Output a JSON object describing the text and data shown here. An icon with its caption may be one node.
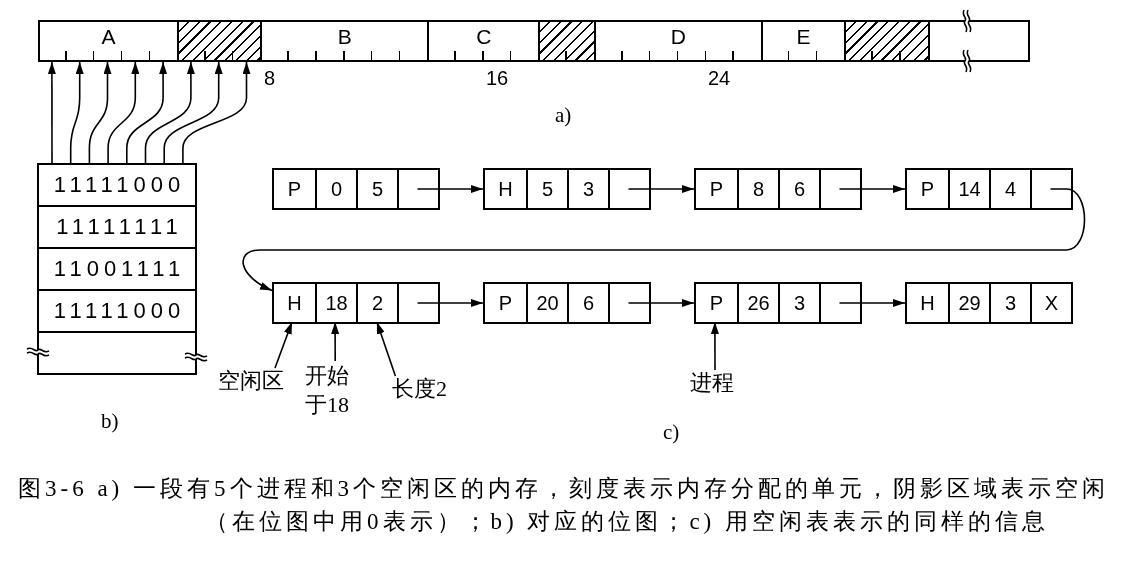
{
  "diagram": {
    "caption": "图3-6 a) 一段有5个进程和3个空闲区的内存，刻度表示内存分配的单元，阴影区域表示空闲（在位图中用0表示）；b) 对应的位图；c) 用空闲表表示的同样的信息",
    "nodes": [
      {
        "text": [
          "A"
        ]
      },
      {
        "text": [],
        "shape": "box"
      },
      {
        "text": [
          "B"
        ]
      },
      {
        "text": [
          "C"
        ]
      },
      {
        "text": [],
        "shape": "box"
      },
      {
        "text": [
          "D"
        ]
      },
      {
        "text": [
          "E"
        ]
      },
      {
        "text": [],
        "shape": "box"
      },
      {
        "text": [],
        "shape": "box"
      },
      {
        "text": [
          "11111000"
        ]
      },
      {
        "text": [
          "11111111"
        ]
      },
      {
        "text": [
          "11001111"
        ]
      },
      {
        "text": [
          "11111000"
        ]
      },
      {
        "text": [],
        "shape": "box"
      },
      {
        "text": [],
        "shape": "box"
      },
      {
        "text": [
          "P"
        ],
        "in": 14
      },
      {
        "text": [
          "0"
        ],
        "in": 14
      },
      {
        "text": [
          "5"
        ],
        "in": 14
      },
      {
        "text": [],
        "shape": "box",
        "in": 14
      },
      {
        "text": [],
        "shape": "box"
      },
      {
        "text": [
          "H"
        ],
        "in": 19
      },
      {
        "text": [
          "5"
        ],
        "in": 19
      },
      {
        "text": [
          "3"
        ],
        "in": 19
      },
      {
        "text": [],
        "shape": "box",
        "in": 19
      },
      {
        "text": [],
        "shape": "box"
      },
      {
        "text": [
          "P"
        ],
        "in": 24
      },
      {
        "text": [
          "8"
        ],
        "in": 24
      },
      {
        "text": [
          "6"
        ],
        "in": 24
      },
      {
        "text": [],
        "shape": "box",
        "in": 24
      },
      {
        "text": [],
        "shape": "box"
      },
      {
        "text": [
          "P"
        ],
        "in": 29
      },
      {
        "text": [
          "14"
        ],
        "in": 29
      },
      {
        "text": [
          "4"
        ],
        "in": 29
      },
      {
        "text": [],
        "shape": "box",
        "in": 29
      },
      {
        "text": [],
        "shape": "box"
      },
      {
        "text": [
          "H"
        ],
        "in": 34
      },
      {
        "text": [
          "18"
        ],
        "in": 34
      },
      {
        "text": [
          "2"
        ],
        "in": 34
      },
      {
        "text": [],
        "shape": "box",
        "in": 34
      },
      {
        "text": [],
        "shape": "box"
      },
      {
        "text": [
          "P"
        ],
        "in": 39
      },
      {
        "text": [
          "20"
        ],
        "in": 39
      },
      {
        "text": [
          "6"
        ],
        "in": 39
      },
      {
        "text": [],
        "shape": "box",
        "in": 39
      },
      {
        "text": [],
        "shape": "box"
      },
      {
        "text": [
          "P"
        ],
        "in": 44
      },
      {
        "text": [
          "26"
        ],
        "in": 44
      },
      {
        "text": [
          "3"
        ],
        "in": 44
      },
      {
        "text": [],
        "shape": "box",
        "in": 44
      },
      {
        "text": [],
        "shape": "box"
      },
      {
        "text": [
          "H"
        ],
        "in": 49
      },
      {
        "text": [
          "29"
        ],
        "in": 49
      },
      {
        "text": [
          "3"
        ],
        "in": 49
      },
      {
        "text": [
          "X"
        ],
        "in": 49
      },
      {
        "text": [
          "空闲区"
        ]
      },
      {
        "text": [
          "开始于18"
        ]
      },
      {
        "text": [
          "长度2"
        ]
      },
      {
        "text": [
          "进程"
        ]
      }
    ],
    "edges": [
      {
        "from": 9,
        "to": 0,
        "arrow": "to"
      },
      {
        "from": 9,
        "to": 0,
        "arrow": "to"
      },
      {
        "from": 9,
        "to": 0,
        "arrow": "to"
      },
      {
        "from": 9,
        "to": 0,
        "arrow": "to"
      },
      {
        "from": 9,
        "to": 0,
        "arrow": "to"
      },
      {
        "from": 9,
        "to": 1,
        "arrow": "to"
      },
      {
        "from": 9,
        "to": 1,
        "arrow": "to"
      },
      {
        "from": 9,
        "to": 1,
        "arrow": "to"
      },
      {
        "from": 18,
        "to": 19,
        "arrow": "to"
      },
      {
        "from": 23,
        "to": 24,
        "arrow": "to"
      },
      {
        "from": 28,
        "to": 29,
        "arrow": "to"
      },
      {
        "from": 33,
        "to": 34,
        "arrow": "to"
      },
      {
        "from": 38,
        "to": 39,
        "arrow": "to"
      },
      {
        "from": 43,
        "to": 44,
        "arrow": "to"
      },
      {
        "from": 48,
        "to": 49,
        "arrow": "to"
      },
      {
        "from": 54,
        "to": 35,
        "arrow": "to"
      },
      {
        "from": 55,
        "to": 36,
        "arrow": "to"
      },
      {
        "from": 56,
        "to": 37,
        "arrow": "to"
      },
      {
        "from": 57,
        "to": 45,
        "arrow": "to"
      }
    ],
    "labels": [
      "8",
      "16",
      "24",
      "a)",
      "b)",
      "c)"
    ]
  }
}
